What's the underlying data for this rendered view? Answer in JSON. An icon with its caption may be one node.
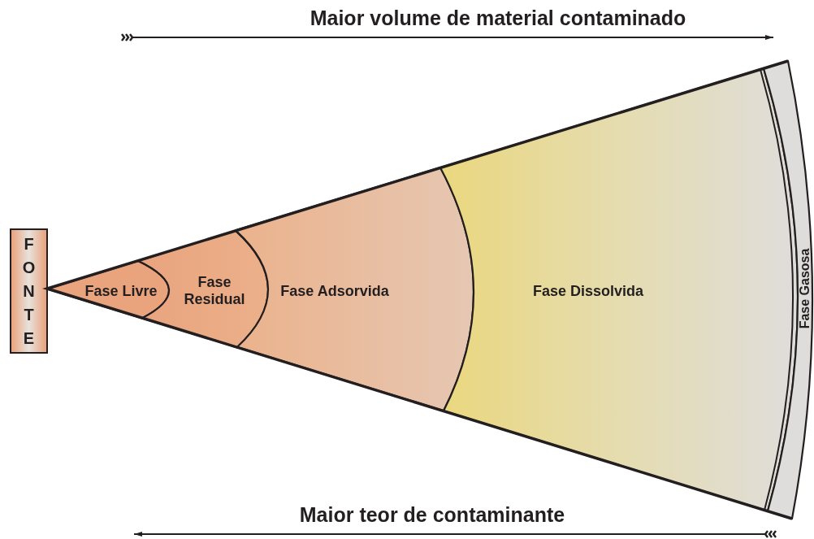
{
  "diagram": {
    "nodes": [
      {
        "text": [
          "FONTE"
        ]
      },
      {
        "text": [
          "Fase Livre"
        ]
      },
      {
        "text": [
          "Fase Residual"
        ]
      },
      {
        "text": [
          "Fase Adsorvida"
        ]
      },
      {
        "text": [
          "Fase Dissolvida"
        ]
      },
      {
        "text": [
          "Fase Gasosa"
        ]
      }
    ],
    "labels": [
      "Maior volume de material contaminado",
      "Maior teor de contaminante"
    ]
  }
}
